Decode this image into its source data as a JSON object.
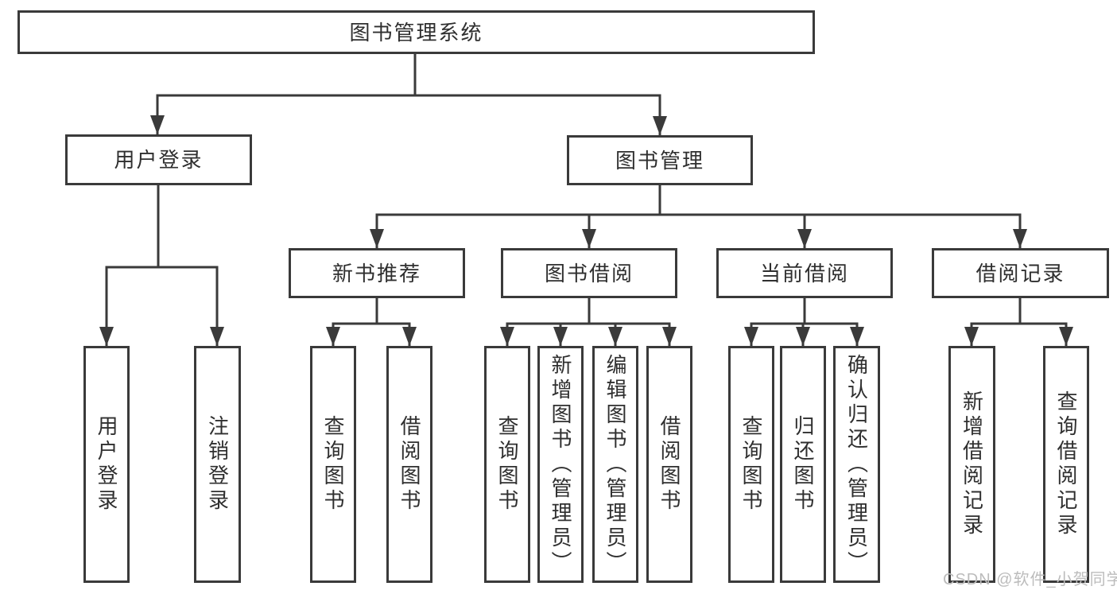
{
  "tree": {
    "root": "图书管理系统",
    "level2": [
      "用户登录",
      "图书管理"
    ],
    "level3": [
      "新书推荐",
      "图书借阅",
      "当前借阅",
      "借阅记录"
    ],
    "leaves": {
      "user_login": [
        "用户登录",
        "注销登录"
      ],
      "new_book_recommend": [
        "查询图书",
        "借阅图书"
      ],
      "book_borrow": [
        "查询图书",
        "新增图书（管理员）",
        "编辑图书（管理员）",
        "借阅图书"
      ],
      "current_borrow": [
        "查询图书",
        "归还图书",
        "确认归还（管理员）"
      ],
      "borrow_records": [
        "新增借阅记录",
        "查询借阅记录"
      ]
    }
  },
  "watermark": "CSDN @软件_小贺同学",
  "colors": {
    "line": "#3a3a3a",
    "text": "#2f2f2f",
    "watermark": "#bcbcbc",
    "background": "#ffffff"
  }
}
